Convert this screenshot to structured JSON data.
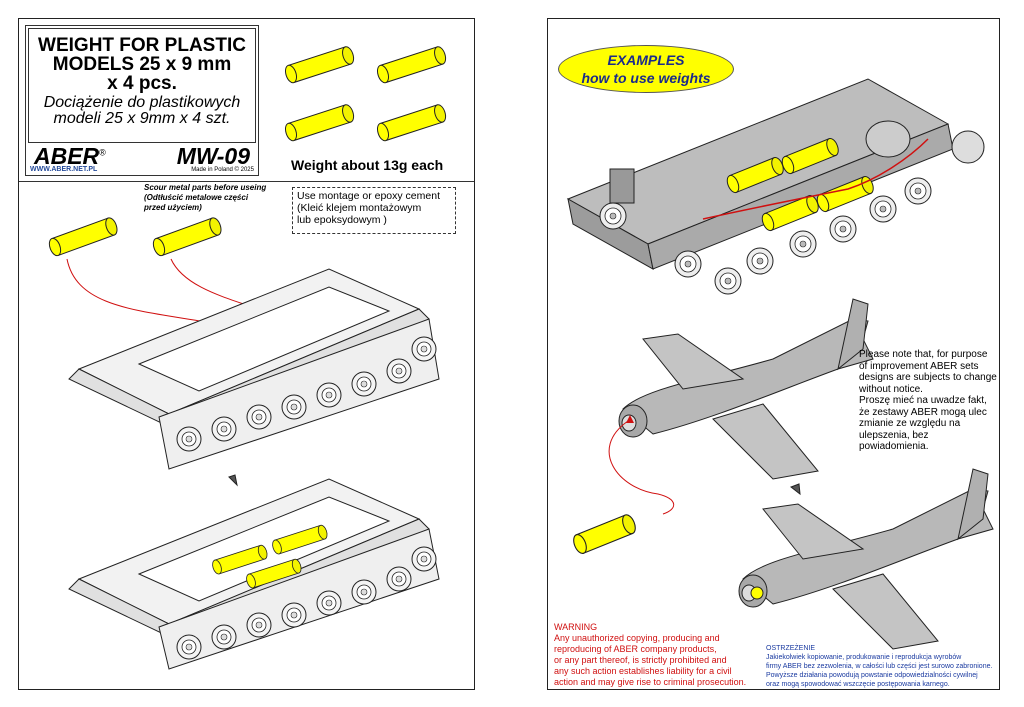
{
  "title": {
    "en_line1": "WEIGHT FOR PLASTIC",
    "en_line2": "MODELS 25 x 9 mm",
    "en_line3": "x 4 pcs.",
    "pl_line1": "Dociążenie do plastikowych",
    "pl_line2": "modeli 25 x 9mm x 4 szt."
  },
  "brand": {
    "name": "ABER",
    "reg": "®",
    "code": "MW-09",
    "url": "WWW.ABER.NET.PL",
    "made": "Made in Poland © 2025"
  },
  "weight_note": "Weight about 13g each",
  "scour": [
    "Scour metal parts before useing",
    "(Odtłuścić metalowe części",
    "przed użyciem)"
  ],
  "cement": [
    "Use montage or epoxy cement",
    "(Kleić klejem montażowym",
    "lub epoksydowym )"
  ],
  "examples": [
    "EXAMPLES",
    "how to use weights"
  ],
  "note": [
    "Please note that, for purpose",
    "of improvement ABER sets",
    "designs are subjects to change",
    " without notice.",
    "Proszę mieć na uwadze fakt,",
    "że zestawy ABER mogą ulec",
    "zmianie ze względu na",
    "ulepszenia, bez powiadomienia."
  ],
  "warning": [
    "WARNING",
    "Any unauthorized copying, producing and",
    "reproducing of ABER company products,",
    "or any part thereof, is strictly prohibited and",
    "any such action establishes liability for a civil",
    "action and may give rise to criminal prosecution."
  ],
  "ostrzezenie": [
    "OSTRZEŻENIE",
    "Jakiekolwiek kopiowanie, produkowanie i reprodukcja wyrobów",
    "firmy ABER bez zezwolenia, w całości lub części jest surowo zabronione.",
    "Powyższe działania powodują powstanie odpowiedzialności cywilnej",
    "oraz mogą spowodować wszczęcie postępowania karnego."
  ],
  "colors": {
    "weight": "#ffff00",
    "arrow": "#d01010",
    "model": "#b8b8b8",
    "text_blue": "#1a2a8c",
    "warning_red": "#d01010"
  }
}
